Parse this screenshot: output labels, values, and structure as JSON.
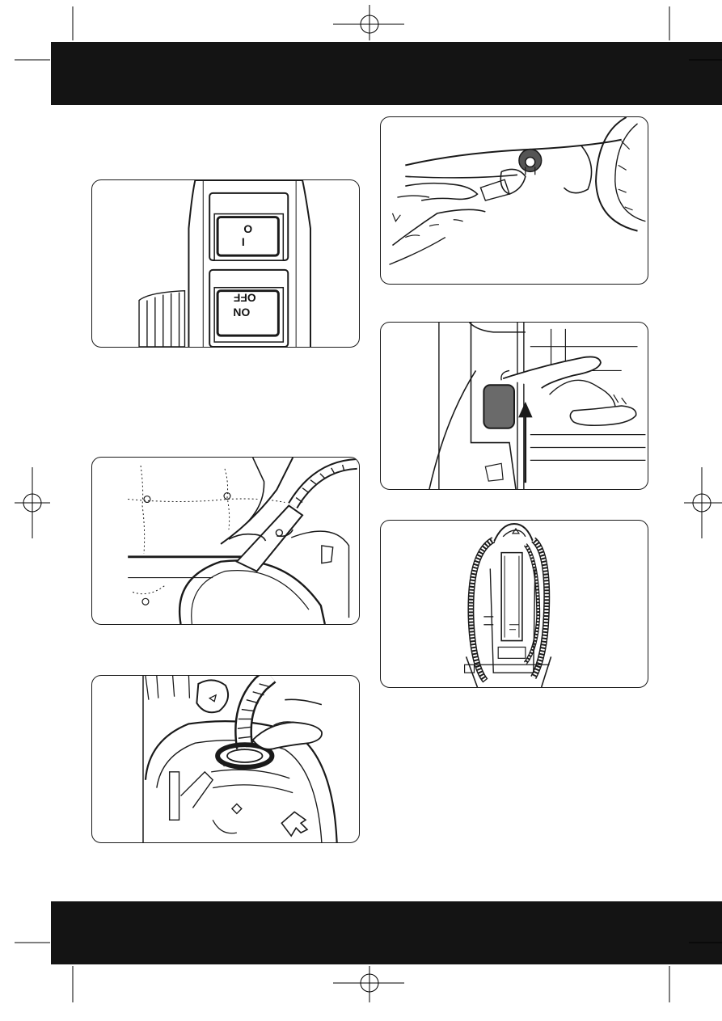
{
  "switch_panel": {
    "top_button_label": "O\nI",
    "top_button_o": "O",
    "top_button_i": "I",
    "bottom_button_on": "ON",
    "bottom_button_off": "OFF"
  },
  "colors": {
    "band": "#141414",
    "line": "#1a1a1a",
    "grey_pad": "#6a6a6a"
  },
  "icons": {
    "registration_mark": "crosshair-circle-icon",
    "crop_mark": "crop-line-icon"
  }
}
